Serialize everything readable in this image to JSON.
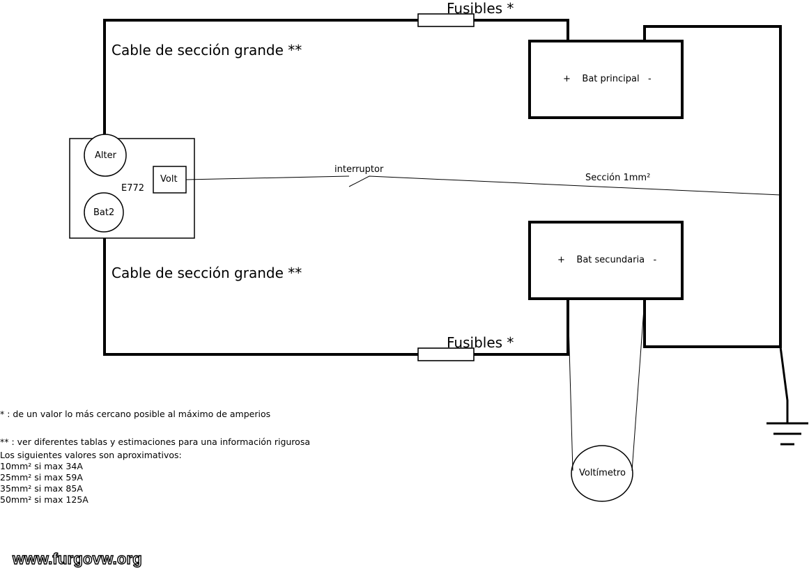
{
  "labels": {
    "fuse_top": "Fusibles *",
    "fuse_bottom": "Fusibles *",
    "cable_top": "Cable de sección grande **",
    "cable_bottom": "Cable de sección grande **",
    "bat_principal": "+    Bat principal   -",
    "bat_secundaria": "+    Bat secundaria   -",
    "alter": "Alter",
    "bat2": "Bat2",
    "volt": "Volt",
    "device": "E772",
    "interruptor": "interruptor",
    "seccion": "Sección 1mm²",
    "voltimetro": "Voltímetro"
  },
  "notes": {
    "note1": "* : de un valor lo más cercano posible al máximo de amperios",
    "note2": "** : ver diferentes tablas  y estimaciones para una información rigurosa",
    "lines": [
      "Los siguientes valores son aproximativos:",
      "10mm² si max 34A",
      "25mm² si max 59A",
      "35mm² si max 85A",
      "50mm² si max 125A"
    ]
  },
  "watermark": "www.furgovw.org",
  "colors": {
    "line": "#000000",
    "background": "#ffffff"
  }
}
